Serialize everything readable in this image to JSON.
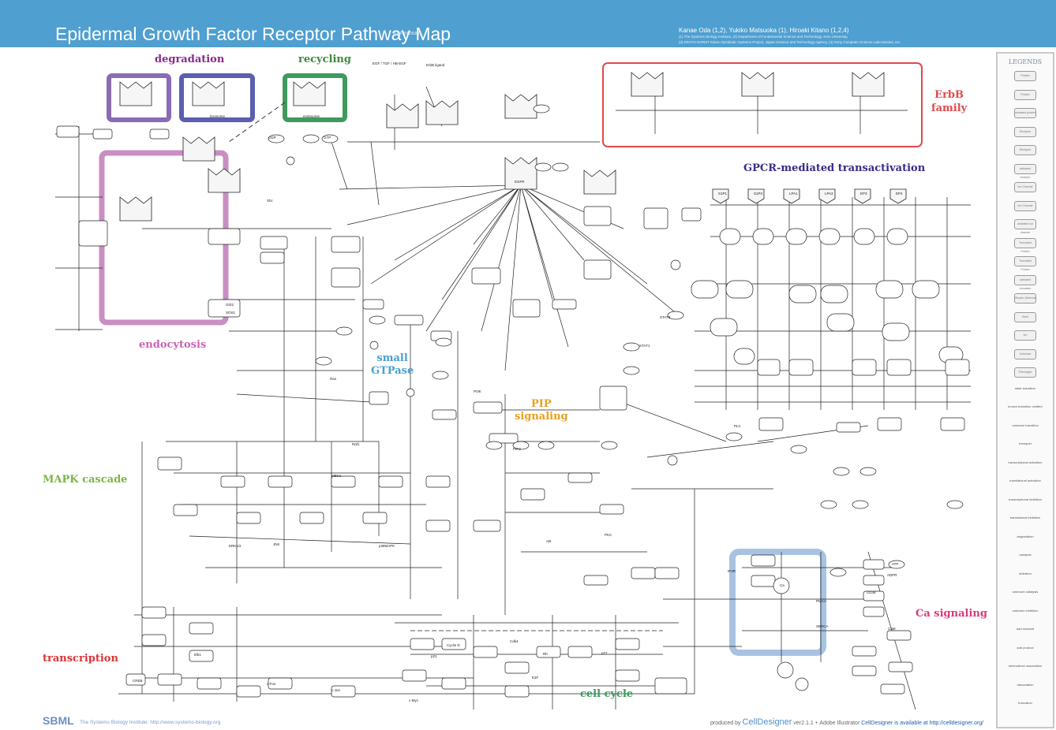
{
  "header": {
    "title": "Epidermal Growth Factor Receptor Pathway Map",
    "code": "[EGFR060930]",
    "authors": "Kanae Oda (1,2),  Yukiko Matsuoka (1), Hiroaki Kitano (1,2,4)",
    "affiliation_1": "(1) The Systems Biology Institute, (2) Department of Fundamental Science and Technology, Keio University,",
    "affiliation_2": "(3) ERATO-SORST Kitano Symbiotic Systems Project, Japan Science and Technology Agency, (4) Sony Computer Science Laboratories, Inc."
  },
  "regions": {
    "degradation": "degradation",
    "recycling": "recycling",
    "endocytosis": "endocytosis",
    "small_gtpase_1": "small",
    "small_gtpase_2": "GTPase",
    "pip_1": "PIP",
    "pip_2": "signaling",
    "mapk": "MAPK cascade",
    "transcription": "transcription",
    "cell_cycle": "cell cycle",
    "erbb_1": "ErbB",
    "erbb_2": "family",
    "gpcr": "GPCR-mediated transactivation",
    "ca_signaling": "Ca signaling"
  },
  "colors": {
    "header": "#4f9fd0",
    "degradation": "#8a6cb4",
    "degradation_box2": "#5b5fad",
    "recycling": "#3e9a5e",
    "endocytosis": "#c98ec2",
    "erbb": "#e04a4a",
    "ca": "#a8c2e2",
    "gtpase": "#4a9fd0",
    "pip": "#e8a020",
    "mapk": "#7ab648",
    "transcription": "#d9343a",
    "gpcr": "#3a2a8a"
  },
  "nodes": {
    "egf_tgf": "EGF / TGF / HB-EGF",
    "erbb_ligand": "ErbB ligand",
    "egfr": "EGFR",
    "grb2": "Grb2",
    "sos1": "SOS1",
    "shc": "Shc",
    "ras": "Ras",
    "raf1": "Raf1",
    "mek1": "MEK1",
    "erk": "ERK1/2",
    "pi3k": "PI3K",
    "pip3": "PIP3",
    "akt": "Akt",
    "plc": "PLC",
    "pkc": "PKC",
    "stat1": "STAT1",
    "stat3": "STAT3",
    "p38": "p38MAPK",
    "jnk": "JNK",
    "ca": "Ca",
    "calm": "CaM",
    "cdk4": "Cdk4",
    "cyclind": "Cyclin D",
    "e2f": "E2F",
    "rb": "Rb",
    "p21": "p21",
    "p27": "p27",
    "creb": "CREB",
    "elk1": "Elk1",
    "fos": "c-Fos",
    "jun": "c-Jun",
    "myc": "c-Myc",
    "s1p1": "S1P1",
    "s1p3": "S1P3",
    "lpa1": "LPA1",
    "lpa2": "LPA2",
    "ep3": "EP3",
    "ep4": "EP4",
    "ip3r": "IP3R",
    "serca": "SERCA",
    "pmca": "PMCA",
    "cd38": "CD38",
    "adpr": "ADPR",
    "atp": "ATP",
    "gdp": "GDP",
    "gtp": "GTP",
    "endosome": "endosome",
    "lysosome": "lysosome"
  },
  "legends": {
    "title": "LEGENDS",
    "items": [
      "Protein",
      "Protein",
      "activated protein",
      "Receptor",
      "Receptor",
      "activated receptor",
      "Ion Channel",
      "Ion Channel",
      "activated ion channel",
      "Truncated Protein",
      "Truncated Protein",
      "activated truncated protein",
      "Simple_Molecule",
      "Gene",
      "Ion",
      "Unknown",
      "Phenotype",
      "state transition",
      "known transition omitted",
      "unknown transition",
      "transport",
      "transcriptional activation",
      "translational activation",
      "transcriptional inhibition",
      "translational inhibition",
      "degradation",
      "catalysis",
      "inhibition",
      "unknown catalysis",
      "unknown inhibition",
      "add reactant",
      "add product",
      "heterodimer association",
      "dissociation",
      "truncation"
    ]
  },
  "footer": {
    "sbml": "SBML",
    "sbi": "The Systems Biology Institute: http://www.systems-biology.org",
    "produced": "produced by",
    "celldesigner": "CellDesigner",
    "version": "ver2.1.1  +  Adobe Illustrator",
    "available": "CellDesigner is available at",
    "url": "http://celldesigner.org/"
  }
}
